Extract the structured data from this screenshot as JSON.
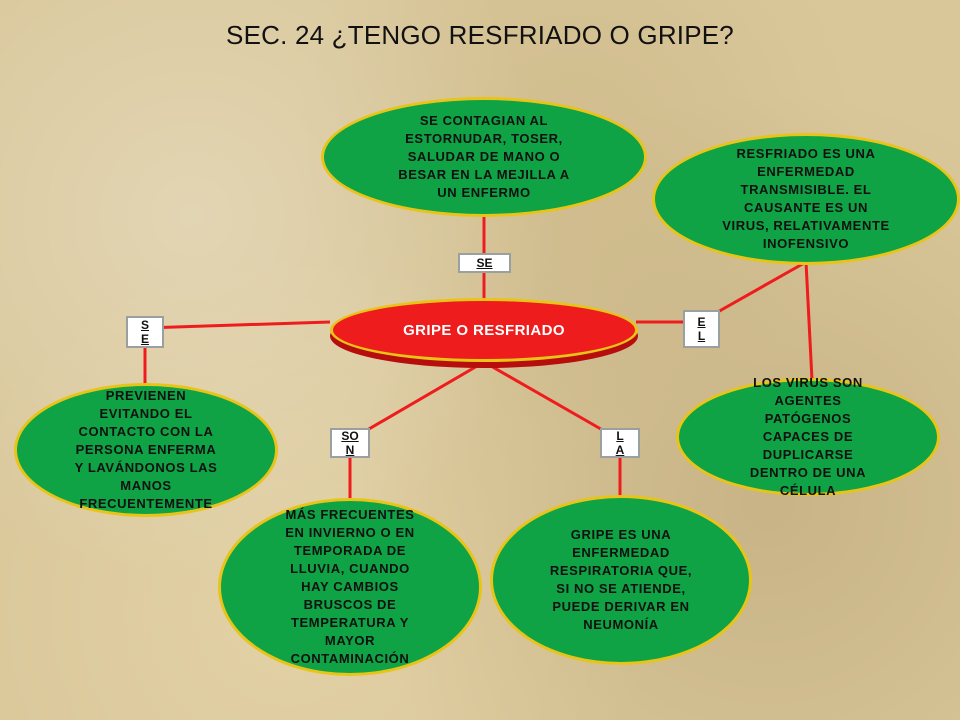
{
  "title": "SEC. 24   ¿TENGO RESFRIADO O GRIPE?",
  "center": "GRIPE O RESFRIADO",
  "connectors": {
    "top": "SE",
    "left": "S\nE",
    "right": "E\nL",
    "bottom_left": "SO\nN",
    "bottom_right": "L\nA"
  },
  "nodes": {
    "contagio": "SE CONTAGIAN AL\nESTORNUDAR, TOSER,\nSALUDAR DE MANO O\nBESAR EN LA MEJILLA A\nUN ENFERMO",
    "resfriado": "RESFRIADO ES UNA\nENFERMEDAD\nTRANSMISIBLE. EL\nCAUSANTE ES UN\nVIRUS, RELATIVAMENTE\nINOFENSIVO",
    "virus": "LOS VIRUS SON\nAGENTES\nPATÓGENOS\nCAPACES DE\nDUPLICARSE\nDENTRO DE UNA\nCÉLULA",
    "previenen": "PREVIENEN\nEVITANDO EL\nCONTACTO CON LA\nPERSONA ENFERMA\nY LAVÁNDONOS LAS\nMANOS\nFRECUENTEMENTE",
    "frecuentes": "MÁS FRECUENTES\nEN INVIERNO O EN\nTEMPORADA DE\nLLUVIA, CUANDO\nHAY CAMBIOS\nBRUSCOS DE\nTEMPERATURA Y\nMAYOR\nCONTAMINACIÓN",
    "gripe": "GRIPE ES UNA\nENFERMEDAD\nRESPIRATORIA QUE,\nSI NO SE ATIENDE,\nPUEDE DERIVAR EN\nNEUMONÍA"
  }
}
